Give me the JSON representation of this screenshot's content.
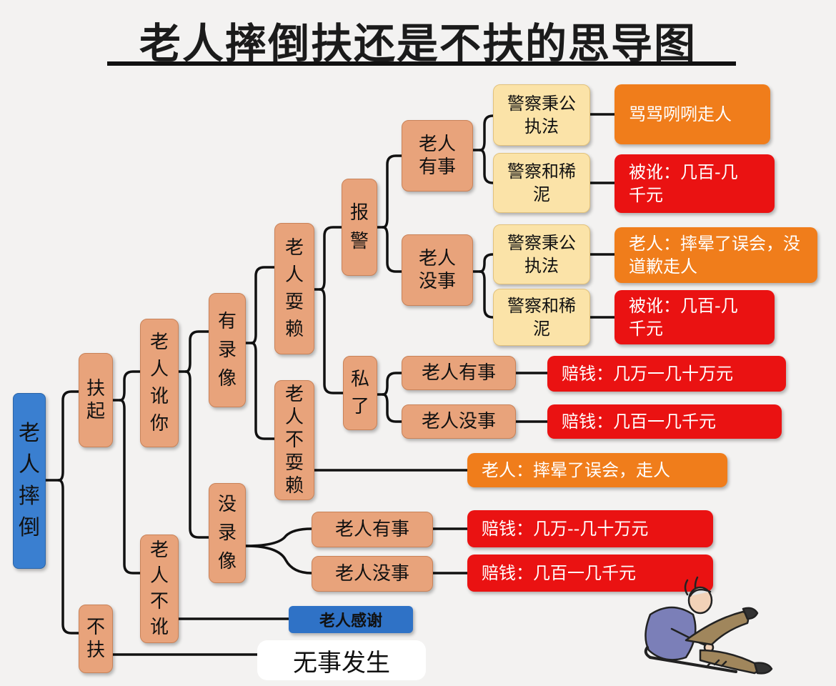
{
  "title": "老人摔倒扶还是不扶的思导图",
  "root": "老人摔倒",
  "help_up": "扶起",
  "not_help": "不扶",
  "elder_blames_you": "老人讹你",
  "elder_no_blame": "老人不讹",
  "has_video": "有录像",
  "no_video": "没录像",
  "elder_cheats": "老人耍赖",
  "elder_no_cheat": "老人不耍赖",
  "call_police": "报警",
  "private_settle": "私了",
  "elder_injured": "老人有事",
  "elder_fine": "老人没事",
  "police_fair": "警察秉公执法",
  "police_mediate": "警察和稀泥",
  "outcome_scold": "骂骂咧咧走人",
  "outcome_extort_1": "被讹：几百-几千元",
  "outcome_misunderstand": "老人：摔晕了误会，没道歉走人",
  "outcome_extort_2": "被讹：几百-几千元",
  "private_injured": "老人有事",
  "private_fine": "老人没事",
  "pay_private_injured": "赔钱：几万一几十万元",
  "pay_private_fine": "赔钱：几百一几千元",
  "no_cheat_outcome": "老人：摔晕了误会，走人",
  "novideo_injured": "老人有事",
  "novideo_fine": "老人没事",
  "pay_novideo_injured": "赔钱：几万--几十万元",
  "pay_novideo_fine": "赔钱：几百一几千元",
  "thanks": "老人感谢",
  "nothing_happens": "无事发生",
  "colors": {
    "tan": "#e8a37b",
    "yellow": "#fbe3a8",
    "orange": "#f07d1b",
    "red": "#ea1212",
    "blue": "#3a7fd0",
    "line": "#111111"
  },
  "icons": {
    "illustration": "fallen-elder-illustration"
  }
}
